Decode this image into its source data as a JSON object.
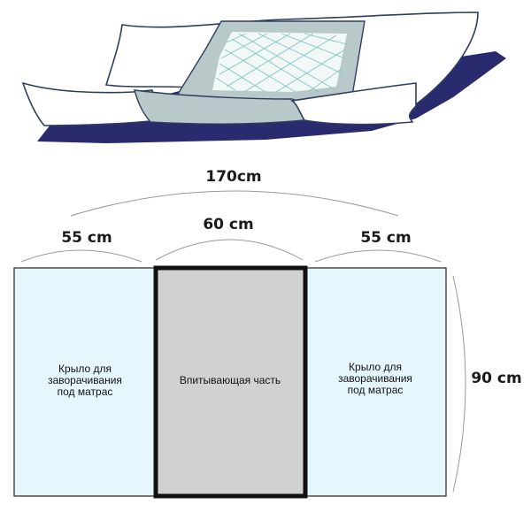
{
  "dimensions": {
    "total_width": "170cm",
    "left_wing_width": "55 cm",
    "center_width": "60 cm",
    "right_wing_width": "55 cm",
    "height": "90 cm"
  },
  "panels": {
    "left_wing": {
      "label": "Крыло для заворачивания под матрас"
    },
    "center": {
      "label": "Впитывающая часть"
    },
    "right_wing": {
      "label": "Крыло для заворачивания под матрас"
    }
  },
  "colors": {
    "mattress": "#2a2a6e",
    "wing_fill": "#e6f6fd",
    "center_fill": "#d1d1d1",
    "sheet_outline": "#2f3e5e",
    "grid_line": "#7fc6c2",
    "pad_border": "#b9c9c9"
  }
}
